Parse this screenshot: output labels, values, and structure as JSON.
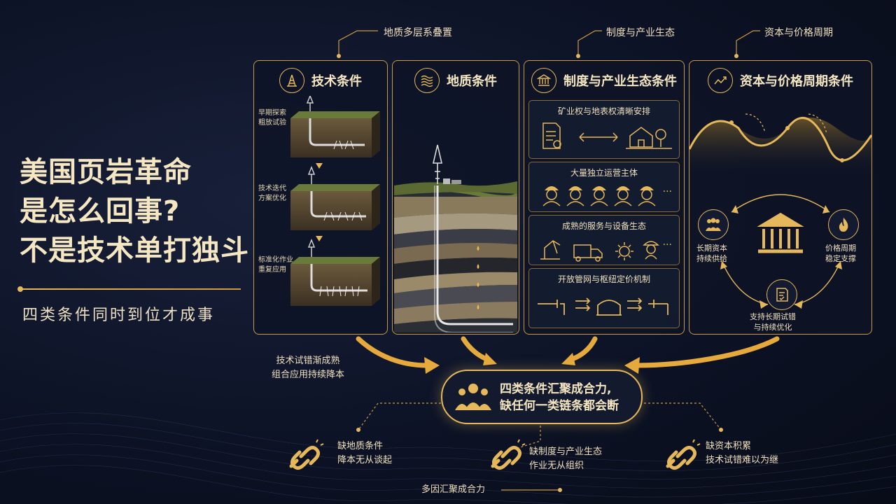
{
  "title": {
    "line1": "美国页岩革命",
    "line2": "是怎么回事?",
    "line3": "不是技术单打独斗",
    "subtitle": "四类条件同时到位才成事"
  },
  "top_tags": {
    "geology": "地质多层系叠置",
    "institution": "制度与产业生态",
    "capital": "资本与价格周期"
  },
  "panels": {
    "tech": {
      "title": "技术条件",
      "stage1": [
        "早期探索",
        "粗放试验"
      ],
      "stage2": [
        "技术迭代",
        "方案优化"
      ],
      "stage3": [
        "标准化作业",
        "重复应用"
      ]
    },
    "geo": {
      "title": "地质条件"
    },
    "inst": {
      "title": "制度与产业生态条件",
      "box1": "矿业权与地表权清晰安排",
      "box2": "大量独立运营主体",
      "box3": "成熟的服务与设备生态",
      "box4": "开放管网与枢纽定价机制",
      "ellipsis": "···"
    },
    "cap": {
      "title": "资本与价格周期条件",
      "left": [
        "长期资本",
        "持续供给"
      ],
      "right": [
        "价格周期",
        "稳定支撑"
      ],
      "bottom": [
        "支持长期试错",
        "与持续优化"
      ]
    }
  },
  "tech_note": [
    "技术试错渐成熟",
    "组合应用持续降本"
  ],
  "center": {
    "line1": "四类条件汇聚成合力,",
    "line2": "缺任何一类链条都会断"
  },
  "missing": [
    {
      "line1": "缺地质条件",
      "line2": "降本无从谈起"
    },
    {
      "line1": "缺制度与产业生态",
      "line2": "作业无从组织"
    },
    {
      "line1": "缺资本积累",
      "line2": "技术试错难以为继"
    }
  ],
  "bottom_tag": "多因汇聚成合力",
  "colors": {
    "gold": "#e6b85c",
    "bg": "#0c1224"
  }
}
